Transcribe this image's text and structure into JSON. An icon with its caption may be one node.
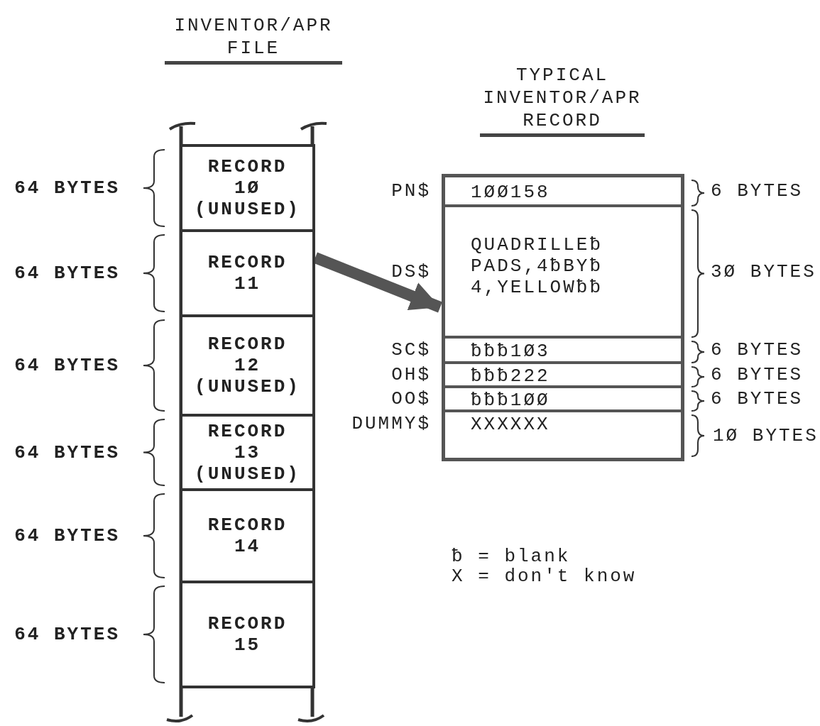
{
  "diagram": {
    "nodes": [
      {
        "text": [
          "RECORD 1Ø (UNUSED)"
        ],
        "beside": [
          "64 BYTES"
        ]
      },
      {
        "text": [
          "RECORD 11"
        ],
        "beside": [
          "64 BYTES"
        ]
      },
      {
        "text": [
          "RECORD 12 (UNUSED)"
        ],
        "beside": [
          "64 BYTES"
        ]
      },
      {
        "text": [
          "RECORD 13 (UNUSED)"
        ],
        "beside": [
          "64 BYTES"
        ]
      },
      {
        "text": [
          "RECORD 14"
        ],
        "beside": [
          "64 BYTES"
        ]
      },
      {
        "text": [
          "RECORD 15"
        ],
        "beside": [
          "64 BYTES"
        ]
      },
      {
        "text": [],
        "shape": "box"
      },
      {
        "text": [
          "1ØØ158"
        ],
        "in": 6,
        "beside": [
          "PN$",
          "6 BYTES"
        ]
      },
      {
        "text": [
          "QUADRILLEƀ PADS,4ƀBYƀ 4,YELLOWƀƀ"
        ],
        "in": 6,
        "beside": [
          "DS$",
          "3Ø BYTES"
        ]
      },
      {
        "text": [
          "ƀƀƀ1Ø3"
        ],
        "in": 6,
        "beside": [
          "SC$",
          "6 BYTES"
        ]
      },
      {
        "text": [
          "ƀƀƀ222"
        ],
        "in": 6,
        "beside": [
          "OH$",
          "6 BYTES"
        ]
      },
      {
        "text": [
          "ƀƀƀ1ØØ"
        ],
        "in": 6,
        "beside": [
          "OO$",
          "6 BYTES"
        ]
      },
      {
        "text": [
          "XXXXXX"
        ],
        "in": 6
      }
    ],
    "edges": [
      {
        "from": 1,
        "to": 6,
        "arrow": "to"
      }
    ],
    "labels": [
      "INVENTOR/APR FILE",
      "TYPICAL INVENTOR/APR RECORD",
      "DUMMY$",
      "1Ø BYTES",
      "ƀ = blank",
      "X = don't know"
    ]
  }
}
